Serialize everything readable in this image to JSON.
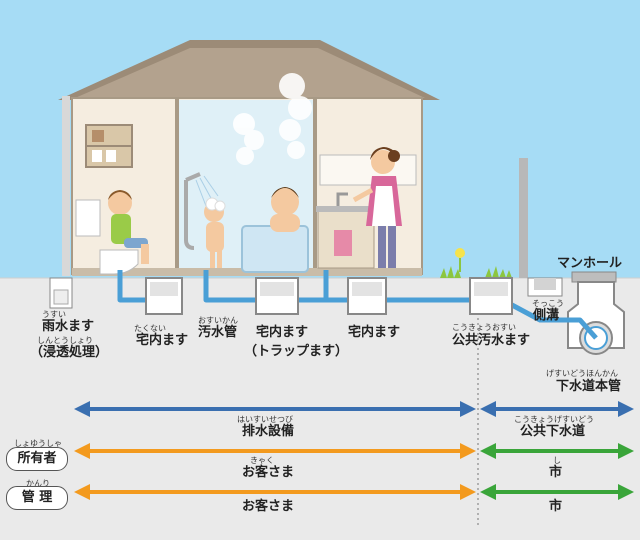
{
  "labels": {
    "usui_ruby": "うすい",
    "usui_main": "雨水ます",
    "shinto_ruby": "しんとうしょり",
    "shinto_main": "（浸透処理）",
    "takunai_ruby": "たくない",
    "takunai1": "宅内ます",
    "osui_ruby": "おすいかん",
    "osui_main": "汚水管",
    "takunai2": "宅内ます",
    "trap": "（トラップます）",
    "takunai3": "宅内ます",
    "koukyou_ruby": "こうきょうおすい",
    "koukyou_main": "公共汚水ます",
    "manhole": "マンホール",
    "sokkou_ruby": "そっこう",
    "sokkou_main": "側溝",
    "gesuido_ruby": "げすいどうほんかん",
    "gesuido_main": "下水道本管"
  },
  "rows": {
    "haisui_ruby": "はいすいせつび",
    "haisui_main": "排水設備",
    "koukyougesui_ruby": "こうきょうげすいどう",
    "koukyougesui_main": "公共下水道",
    "shoyusha_ruby": "しょゆうしゃ",
    "shoyusha_tag": "所有者",
    "kyaku_ruby": "きゃく",
    "okyaku1": "お客さま",
    "shi_ruby": "し",
    "shi1": "市",
    "kanri_ruby": "かんり",
    "kanri_tag": "管 理",
    "okyaku2": "お客さま",
    "shi2": "市"
  },
  "colors": {
    "sky": "#a6dcf5",
    "ground": "#eaeaea",
    "pipe": "#4a9fd6",
    "arrow_blue": "#3a6fb0",
    "arrow_orange": "#f39a1e",
    "arrow_green": "#3aa53a"
  }
}
